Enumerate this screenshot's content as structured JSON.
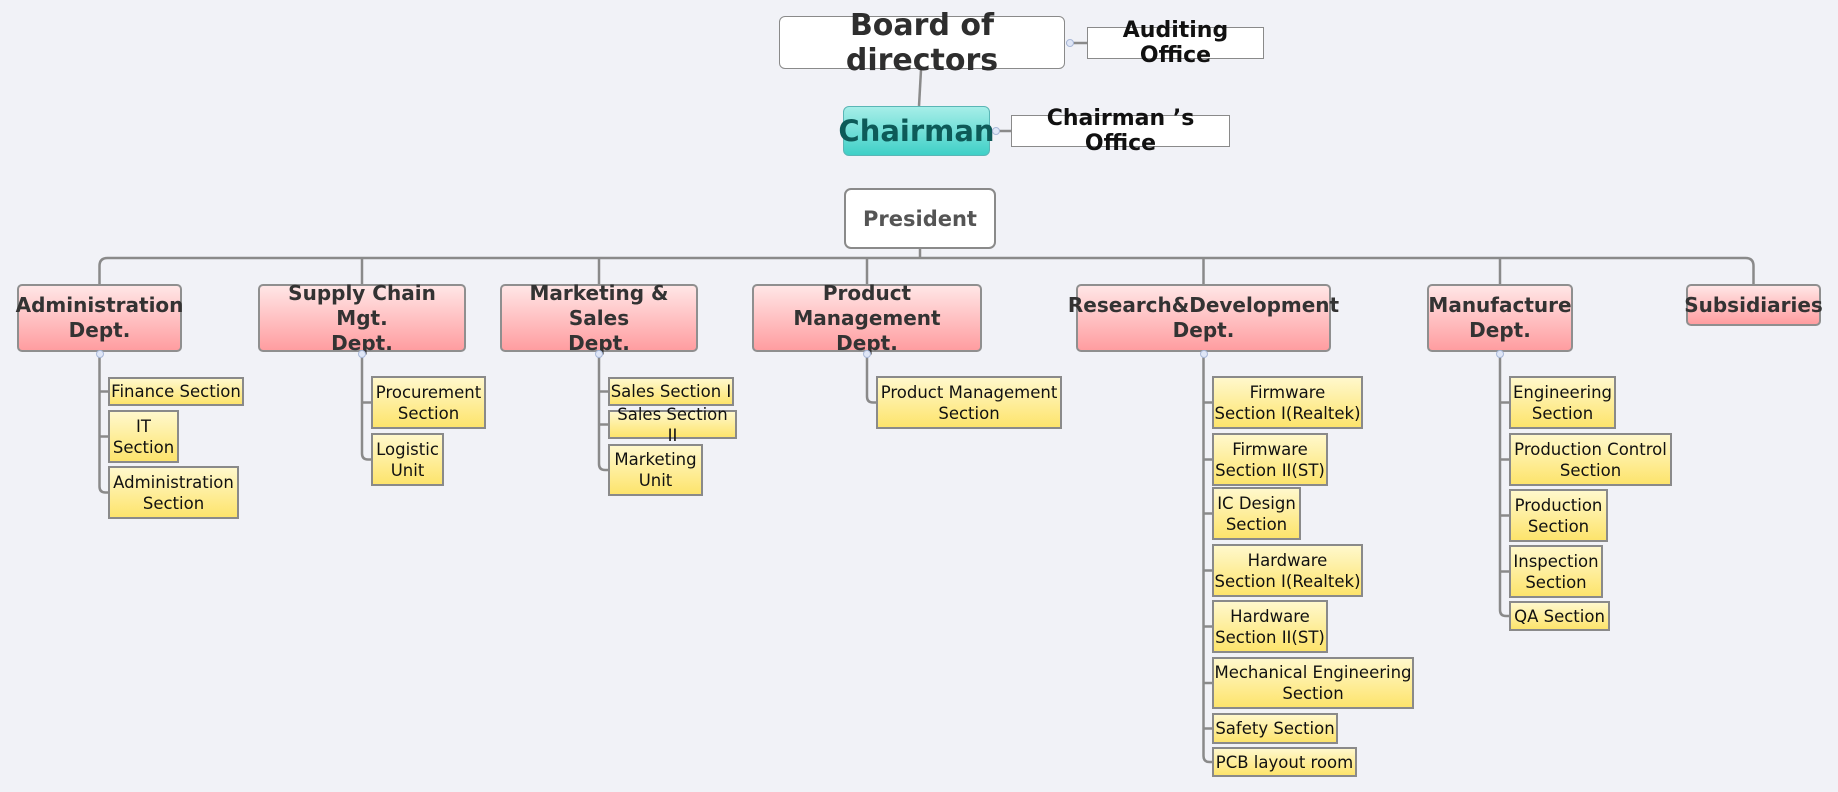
{
  "board": {
    "label": "Board of directors",
    "side": "Auditing Office"
  },
  "chairman": {
    "label": "Chairman",
    "side": "Chairman ’s Office"
  },
  "president": {
    "label": "President"
  },
  "departments": [
    {
      "label": "Administration\nDept.",
      "sections": [
        "Finance Section",
        "IT\nSection",
        "Administration\nSection"
      ]
    },
    {
      "label": "Supply  Chain Mgt.\nDept.",
      "sections": [
        "Procurement\nSection",
        "Logistic\nUnit"
      ]
    },
    {
      "label": "Marketing & Sales\nDept.",
      "sections": [
        "Sales Section I",
        "Sales Section II",
        "Marketing\nUnit"
      ]
    },
    {
      "label": "Product Management\nDept.",
      "sections": [
        "Product Management\nSection"
      ]
    },
    {
      "label": "Research&Development\nDept.",
      "sections": [
        "Firmware\nSection I(Realtek)",
        "Firmware\nSection II(ST)",
        "IC Design\nSection",
        "Hardware\nSection I(Realtek)",
        "Hardware\nSection II(ST)",
        "Mechanical Engineering\nSection",
        "Safety Section",
        "PCB layout room"
      ]
    },
    {
      "label": "Manufacture\nDept.",
      "sections": [
        "Engineering\nSection",
        "Production Control\nSection",
        "Production\nSection",
        "Inspection\nSection",
        "QA Section"
      ]
    },
    {
      "label": "Subsidiaries",
      "sections": []
    }
  ]
}
